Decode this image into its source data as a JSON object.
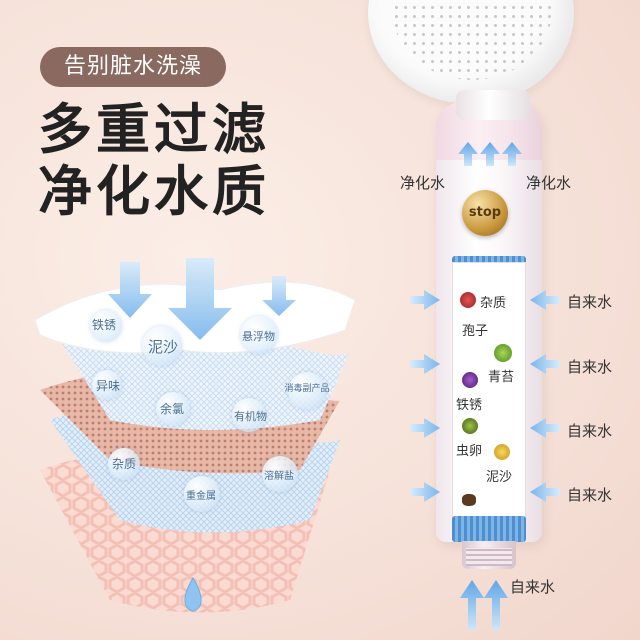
{
  "tag_text": "告别脏水洗澡",
  "headline_line1": "多重过滤",
  "headline_line2": "净化水质",
  "button_text": "stop",
  "outlet_labels": [
    "净化水",
    "净化水"
  ],
  "inlet_labels": [
    "自来水",
    "自来水",
    "自来水",
    "自来水"
  ],
  "bottom_inlet_label": "自来水",
  "filter_items": [
    {
      "text": "杂质",
      "color": "#b3272a",
      "icon": "red-flower-icon"
    },
    {
      "text": "孢子",
      "color": "#333333",
      "icon": ""
    },
    {
      "text": "青苔",
      "color": "#6aa329",
      "icon": "green-flower-icon"
    },
    {
      "text": "铁锈",
      "color": "#6a2a8f",
      "icon": "purple-flower-icon"
    },
    {
      "text": "虫卵",
      "color": "#5e7f22",
      "icon": "olive-flower-icon"
    },
    {
      "text": "泥沙",
      "color": "#e1b52b",
      "icon": "yellow-flower-icon"
    }
  ],
  "layer_labels": {
    "top": [
      "铁锈",
      "泥沙",
      "悬浮物"
    ],
    "middle": [
      "异味",
      "余氯",
      "有机物",
      "消毒副产品"
    ],
    "bottom": [
      "杂质",
      "重金属",
      "溶解盐"
    ]
  },
  "colors": {
    "tag_bg": "#8a6a60",
    "arrow_blue": "#8fc3ee",
    "headline": "#222222"
  }
}
